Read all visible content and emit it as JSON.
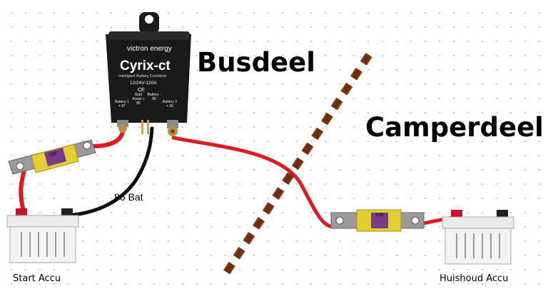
{
  "labels": {
    "busdeel": "Busdeel",
    "camperdeel": "Camperdeel",
    "wire_86": "86 Bat",
    "start_battery": "Start Accu",
    "house_battery": "Huishoud Accu"
  },
  "device": {
    "brand": "victron energy",
    "model": "Cyrix-ct",
    "subtitle": "Intelligent Battery Combiner",
    "rating": "12/24V-120A",
    "ce": "CE",
    "terminals": {
      "battery1": "Battery 1 + 87",
      "start_assist": "Start Assist + 85",
      "battery_minus": "Battery - 86",
      "battery2": "Battery 2 + 30"
    }
  },
  "fuses": {
    "left_rating": "100",
    "right_rating": "100"
  },
  "colors": {
    "wire_positive": "#e0191f",
    "wire_negative": "#111111",
    "fuse_body": "#e3cf2f",
    "device_body": "#1a1a1a",
    "divider": "#8a3b12"
  },
  "icons": {
    "device": "battery-combiner-icon",
    "fuse": "fuse-icon",
    "battery": "battery-icon"
  }
}
